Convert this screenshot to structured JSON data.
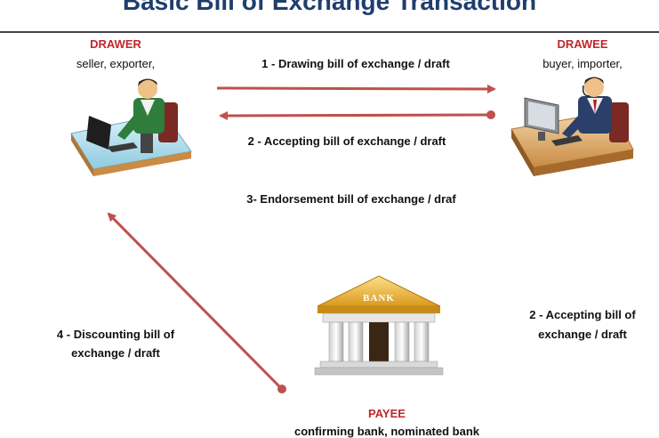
{
  "title": "Basic Bill of Exchange Transaction",
  "drawer": {
    "role": "DRAWER",
    "desc": "seller, exporter,"
  },
  "drawee": {
    "role": "DRAWEE",
    "desc": "buyer, importer,"
  },
  "payee": {
    "role": "PAYEE",
    "desc": "confirming bank, nominated bank"
  },
  "bank_sign": "BANK",
  "steps": {
    "s1": "1 - Drawing bill of exchange / draft",
    "s2": "2 - Accepting bill of exchange / draft",
    "s3": "3- Endorsement bill of exchange / draf",
    "s4_line1": "4 - Discounting bill of",
    "s4_line2": "exchange / draft",
    "s2b_line1": "2 - Accepting bill of",
    "s2b_line2": "exchange / draft"
  },
  "colors": {
    "arrow": "#c0504d",
    "title": "#1f3e6e",
    "role": "#c0262c"
  }
}
